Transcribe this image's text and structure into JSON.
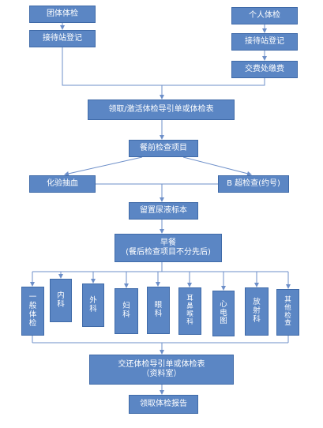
{
  "colors": {
    "box_fill": "#5B86C4",
    "box_border": "#3F6AA8",
    "line": "#6D8FC9",
    "text": "#ffffff"
  },
  "nodes": {
    "group_checkup": "团体体检",
    "group_registration": "接待站登记",
    "individual_checkup": "个人体检",
    "individual_registration": "接待站登记",
    "payment": "交费处缴费",
    "get_guide": "领取/激活体检导引单或体检表",
    "pre_meal": "餐前检查项目",
    "blood_test": "化验抽血",
    "b_ultrasound": "B 超检查(约号)",
    "urine_sample": "留置尿液标本",
    "breakfast_line1": "早餐",
    "breakfast_line2": "(餐后检查项目不分先后)",
    "return_line1": "交还体检导引单或体检表",
    "return_line2": "（资料室）",
    "get_report": "领取体检报告"
  },
  "departments": [
    "一般体检",
    "内科",
    "外科",
    "妇科",
    "眼科",
    "耳鼻喉科",
    "心电图",
    "放射科",
    "其他检查"
  ]
}
